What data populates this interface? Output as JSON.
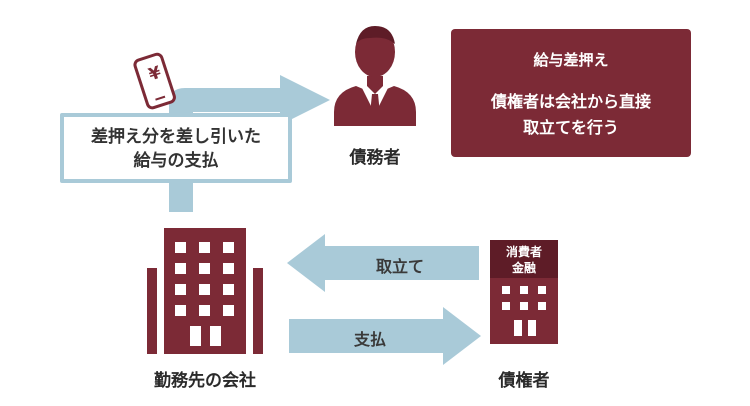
{
  "debtor": {
    "label": "債務者"
  },
  "payment_note": {
    "line1": "差押え分を差し引いた",
    "line2": "給与の支払"
  },
  "info_box": {
    "title": "給与差押え",
    "line1": "債権者は会社から直接",
    "line2": "取立てを行う"
  },
  "company": {
    "label": "勤務先の会社"
  },
  "creditor": {
    "label": "債権者",
    "sign_line1": "消費者",
    "sign_line2": "金融"
  },
  "arrows": {
    "collect": "取立て",
    "pay": "支払"
  },
  "phone": {
    "symbol": "¥"
  },
  "colors": {
    "maroon": "#7c2a36",
    "light_blue": "#a9cad8",
    "dark": "#333333"
  }
}
